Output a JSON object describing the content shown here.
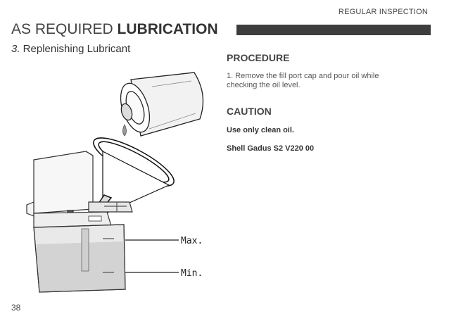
{
  "header": {
    "section": "REGULAR INSPECTION"
  },
  "title": {
    "prefix": "AS REQUIRED ",
    "emphasis": "LUBRICATION"
  },
  "subtitle": {
    "number": "3.",
    "text": " Replenishing Lubricant"
  },
  "procedure": {
    "heading": "PROCEDURE",
    "step1": "1. Remove the fill port cap and pour oil while checking the oil level."
  },
  "caution": {
    "heading": "CAUTION",
    "line1": "Use only clean oil.",
    "line2": "Shell Gadus S2 V220 00"
  },
  "illustration": {
    "max_label": "Max.",
    "min_label": "Min."
  },
  "page_number": "38"
}
